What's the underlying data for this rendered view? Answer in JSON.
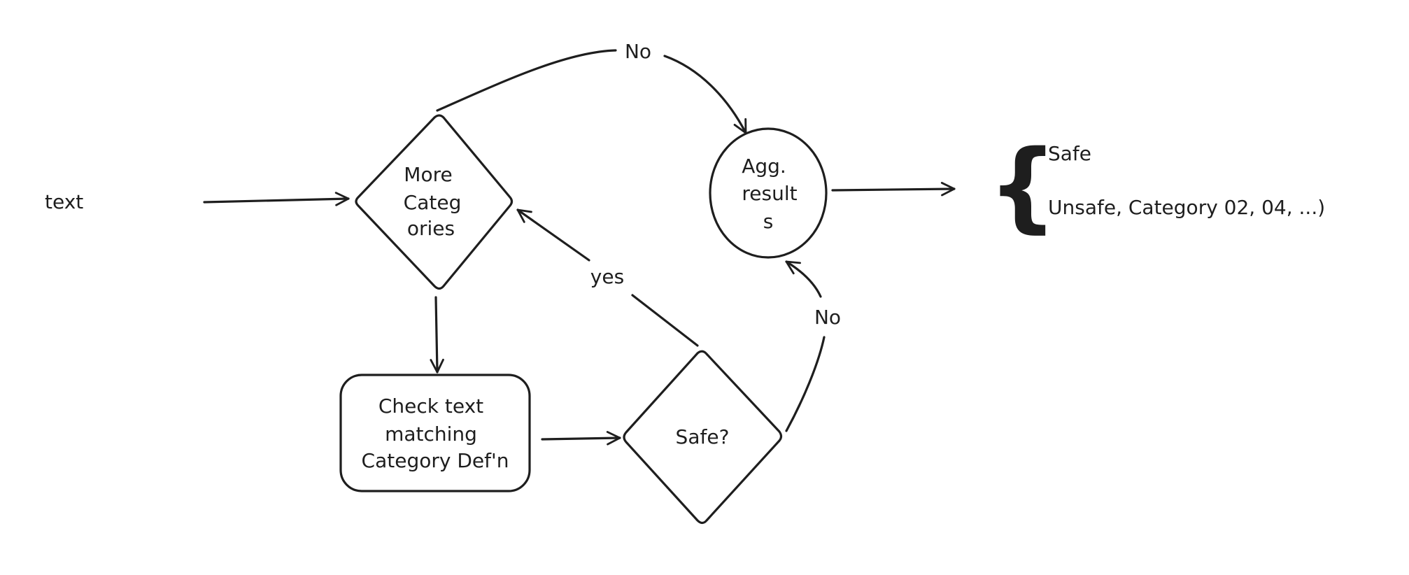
{
  "diagram": {
    "input_text": "text",
    "more_categories": [
      "More",
      "Categ",
      "ories"
    ],
    "check_text": [
      "Check text",
      "matching",
      "Category Def'n"
    ],
    "safe_question": "Safe?",
    "aggregate": [
      "Agg.",
      "result",
      "s"
    ],
    "edge_no_top": "No",
    "edge_yes": "yes",
    "edge_no_right": "No",
    "brace": "{",
    "output_safe": "Safe",
    "output_unsafe": "Unsafe, Category 02, 04, ...)"
  },
  "colors": {
    "stroke": "#1e1e1e",
    "background": "#ffffff"
  }
}
